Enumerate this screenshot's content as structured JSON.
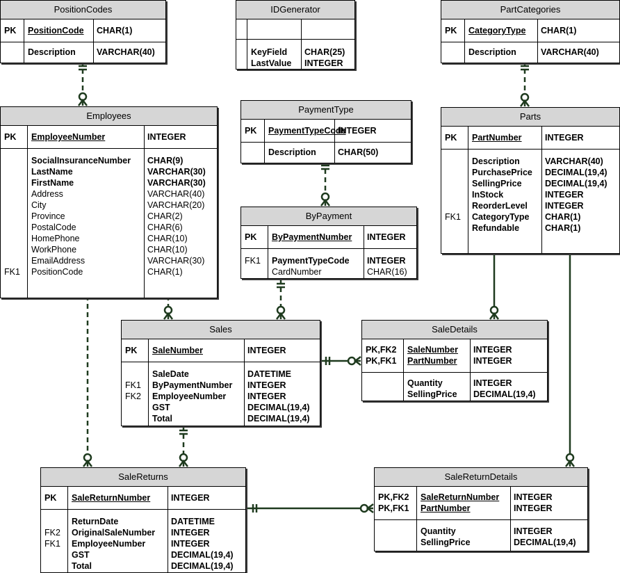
{
  "entities": [
    {
      "id": "positioncodes",
      "title": "PositionCodes",
      "pk": [
        {
          "key": "PK",
          "name": "PositionCode",
          "type": "CHAR(1)"
        }
      ],
      "attrs": [
        {
          "key": "",
          "name": "Description",
          "type": "VARCHAR(40)",
          "bold": true
        }
      ]
    },
    {
      "id": "idgenerator",
      "title": "IDGenerator",
      "pk": [],
      "attrs": [
        {
          "key": "",
          "name": "KeyField",
          "type": "CHAR(25)",
          "bold": true
        },
        {
          "key": "",
          "name": "LastValue",
          "type": "INTEGER",
          "bold": true
        }
      ]
    },
    {
      "id": "partcategories",
      "title": "PartCategories",
      "pk": [
        {
          "key": "PK",
          "name": "CategoryType",
          "type": "CHAR(1)"
        }
      ],
      "attrs": [
        {
          "key": "",
          "name": "Description",
          "type": "VARCHAR(40)",
          "bold": true
        }
      ]
    },
    {
      "id": "employees",
      "title": "Employees",
      "pk": [
        {
          "key": "PK",
          "name": "EmployeeNumber",
          "type": "INTEGER"
        }
      ],
      "attrs": [
        {
          "key": "",
          "name": "SocialInsuranceNumber",
          "type": "CHAR(9)",
          "bold": true
        },
        {
          "key": "",
          "name": "LastName",
          "type": "VARCHAR(30)",
          "bold": true
        },
        {
          "key": "",
          "name": "FirstName",
          "type": "VARCHAR(30)",
          "bold": true
        },
        {
          "key": "",
          "name": "Address",
          "type": "VARCHAR(40)",
          "bold": false
        },
        {
          "key": "",
          "name": "City",
          "type": "VARCHAR(20)",
          "bold": false
        },
        {
          "key": "",
          "name": "Province",
          "type": "CHAR(2)",
          "bold": false
        },
        {
          "key": "",
          "name": "PostalCode",
          "type": "CHAR(6)",
          "bold": false
        },
        {
          "key": "",
          "name": "HomePhone",
          "type": "CHAR(10)",
          "bold": false
        },
        {
          "key": "",
          "name": "WorkPhone",
          "type": "CHAR(10)",
          "bold": false
        },
        {
          "key": "",
          "name": "EmailAddress",
          "type": "VARCHAR(30)",
          "bold": false
        },
        {
          "key": "FK1",
          "name": "PositionCode",
          "type": "CHAR(1)",
          "bold": false
        }
      ]
    },
    {
      "id": "paymenttype",
      "title": "PaymentType",
      "pk": [
        {
          "key": "PK",
          "name": "PaymentTypeCode",
          "type": "INTEGER"
        }
      ],
      "attrs": [
        {
          "key": "",
          "name": "Description",
          "type": "CHAR(50)",
          "bold": true
        }
      ]
    },
    {
      "id": "parts",
      "title": "Parts",
      "pk": [
        {
          "key": "PK",
          "name": "PartNumber",
          "type": "INTEGER"
        }
      ],
      "attrs": [
        {
          "key": "",
          "name": "Description",
          "type": "VARCHAR(40)",
          "bold": true
        },
        {
          "key": "",
          "name": "PurchasePrice",
          "type": "DECIMAL(19,4)",
          "bold": true
        },
        {
          "key": "",
          "name": "SellingPrice",
          "type": "DECIMAL(19,4)",
          "bold": true
        },
        {
          "key": "",
          "name": "InStock",
          "type": "INTEGER",
          "bold": true
        },
        {
          "key": "",
          "name": "ReorderLevel",
          "type": "INTEGER",
          "bold": true
        },
        {
          "key": "FK1",
          "name": "CategoryType",
          "type": "CHAR(1)",
          "bold": true
        },
        {
          "key": "",
          "name": "Refundable",
          "type": "CHAR(1)",
          "bold": true
        }
      ]
    },
    {
      "id": "bypayment",
      "title": "ByPayment",
      "pk": [
        {
          "key": "PK",
          "name": "ByPaymentNumber",
          "type": "INTEGER"
        }
      ],
      "attrs": [
        {
          "key": "FK1",
          "name": "PaymentTypeCode",
          "type": "INTEGER",
          "bold": true
        },
        {
          "key": "",
          "name": "CardNumber",
          "type": "CHAR(16)",
          "bold": false
        }
      ]
    },
    {
      "id": "sales",
      "title": "Sales",
      "pk": [
        {
          "key": "PK",
          "name": "SaleNumber",
          "type": "INTEGER"
        }
      ],
      "attrs": [
        {
          "key": "",
          "name": "SaleDate",
          "type": "DATETIME",
          "bold": true
        },
        {
          "key": "FK1",
          "name": "ByPaymentNumber",
          "type": "INTEGER",
          "bold": true
        },
        {
          "key": "FK2",
          "name": "EmployeeNumber",
          "type": "INTEGER",
          "bold": true
        },
        {
          "key": "",
          "name": "GST",
          "type": "DECIMAL(19,4)",
          "bold": true
        },
        {
          "key": "",
          "name": "Total",
          "type": "DECIMAL(19,4)",
          "bold": true
        }
      ]
    },
    {
      "id": "saledetails",
      "title": "SaleDetails",
      "pk": [
        {
          "key": "PK,FK2",
          "name": "SaleNumber",
          "type": "INTEGER"
        },
        {
          "key": "PK,FK1",
          "name": "PartNumber",
          "type": "INTEGER"
        }
      ],
      "attrs": [
        {
          "key": "",
          "name": "Quantity",
          "type": "INTEGER",
          "bold": true
        },
        {
          "key": "",
          "name": "SellingPrice",
          "type": "DECIMAL(19,4)",
          "bold": true
        }
      ]
    },
    {
      "id": "salereturns",
      "title": "SaleReturns",
      "pk": [
        {
          "key": "PK",
          "name": "SaleReturnNumber",
          "type": "INTEGER"
        }
      ],
      "attrs": [
        {
          "key": "",
          "name": "ReturnDate",
          "type": "DATETIME",
          "bold": true
        },
        {
          "key": "FK2",
          "name": "OriginalSaleNumber",
          "type": "INTEGER",
          "bold": true
        },
        {
          "key": "FK1",
          "name": "EmployeeNumber",
          "type": "INTEGER",
          "bold": true
        },
        {
          "key": "",
          "name": "GST",
          "type": "DECIMAL(19,4)",
          "bold": true
        },
        {
          "key": "",
          "name": "Total",
          "type": "DECIMAL(19,4)",
          "bold": true
        }
      ]
    },
    {
      "id": "salereturndetails",
      "title": "SaleReturnDetails",
      "pk": [
        {
          "key": "PK,FK2",
          "name": "SaleReturnNumber",
          "type": "INTEGER"
        },
        {
          "key": "PK,FK1",
          "name": "PartNumber",
          "type": "INTEGER"
        }
      ],
      "attrs": [
        {
          "key": "",
          "name": "Quantity",
          "type": "INTEGER",
          "bold": true
        },
        {
          "key": "",
          "name": "SellingPrice",
          "type": "DECIMAL(19,4)",
          "bold": true
        }
      ]
    }
  ],
  "relationships": [
    {
      "from": "PositionCodes",
      "to": "Employees",
      "style": "dashed",
      "one": "one-mandatory",
      "many": "zero-or-many"
    },
    {
      "from": "PartCategories",
      "to": "Parts",
      "style": "dashed",
      "one": "one-mandatory",
      "many": "zero-or-many"
    },
    {
      "from": "PaymentType",
      "to": "ByPayment",
      "style": "dashed",
      "one": "one-mandatory",
      "many": "zero-or-many"
    },
    {
      "from": "Employees",
      "to": "Sales",
      "style": "dashed",
      "one": "one-mandatory",
      "many": "zero-or-many"
    },
    {
      "from": "ByPayment",
      "to": "Sales",
      "style": "dashed",
      "one": "one-mandatory",
      "many": "zero-or-many"
    },
    {
      "from": "Employees",
      "to": "SaleReturns",
      "style": "dashed",
      "one": "one-mandatory",
      "many": "zero-or-many"
    },
    {
      "from": "Sales",
      "to": "SaleReturns",
      "style": "dashed",
      "one": "one-mandatory",
      "many": "zero-or-many"
    },
    {
      "from": "Sales",
      "to": "SaleDetails",
      "style": "solid",
      "one": "one-mandatory",
      "many": "zero-or-many"
    },
    {
      "from": "Parts",
      "to": "SaleDetails",
      "style": "solid",
      "one": "one-mandatory",
      "many": "zero-or-many"
    },
    {
      "from": "Parts",
      "to": "SaleReturnDetails",
      "style": "solid",
      "one": "one-mandatory",
      "many": "zero-or-many"
    },
    {
      "from": "SaleReturns",
      "to": "SaleReturnDetails",
      "style": "solid",
      "one": "one-mandatory",
      "many": "zero-or-many"
    }
  ]
}
